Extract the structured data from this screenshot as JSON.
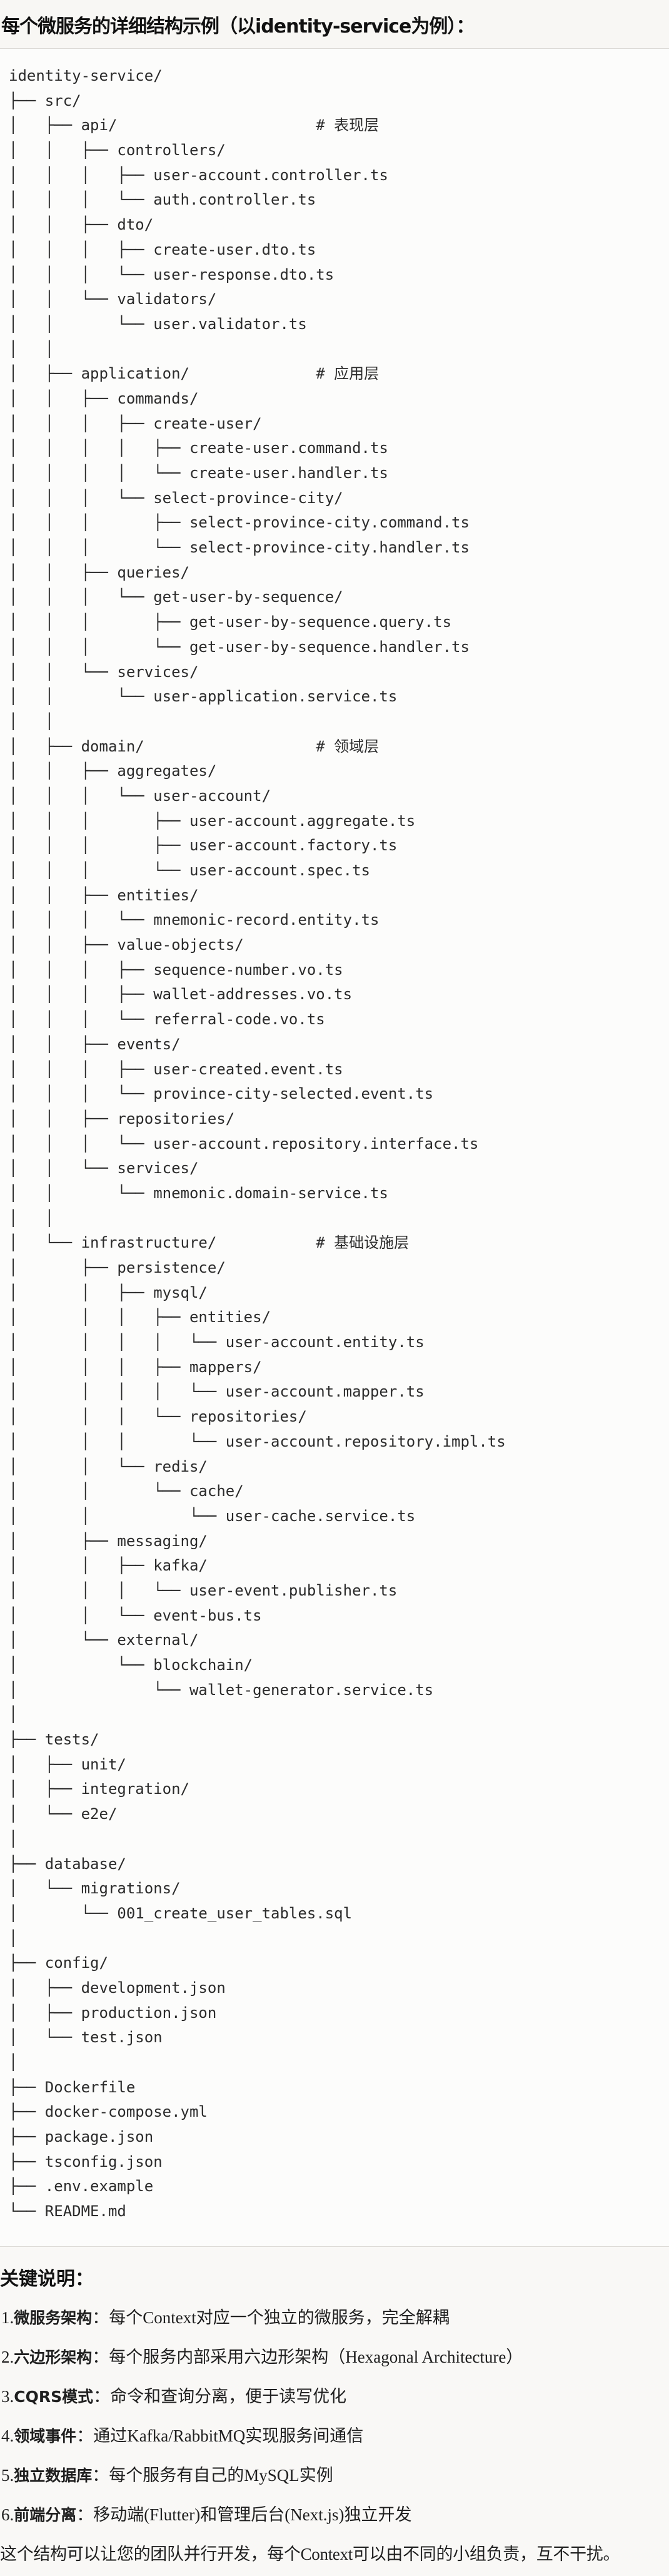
{
  "header": {
    "title": "每个微服务的详细结构示例（以identity-service为例）："
  },
  "tree": [
    {
      "text": "identity-service/"
    },
    {
      "text": "├── src/"
    },
    {
      "text": "│   ├── api/",
      "comment": "# 表现层"
    },
    {
      "text": "│   │   ├── controllers/"
    },
    {
      "text": "│   │   │   ├── user-account.controller.ts"
    },
    {
      "text": "│   │   │   └── auth.controller.ts"
    },
    {
      "text": "│   │   ├── dto/"
    },
    {
      "text": "│   │   │   ├── create-user.dto.ts"
    },
    {
      "text": "│   │   │   └── user-response.dto.ts"
    },
    {
      "text": "│   │   └── validators/"
    },
    {
      "text": "│   │       └── user.validator.ts"
    },
    {
      "text": "│   │"
    },
    {
      "text": "│   ├── application/",
      "comment": "# 应用层"
    },
    {
      "text": "│   │   ├── commands/"
    },
    {
      "text": "│   │   │   ├── create-user/"
    },
    {
      "text": "│   │   │   │   ├── create-user.command.ts"
    },
    {
      "text": "│   │   │   │   └── create-user.handler.ts"
    },
    {
      "text": "│   │   │   └── select-province-city/"
    },
    {
      "text": "│   │   │       ├── select-province-city.command.ts"
    },
    {
      "text": "│   │   │       └── select-province-city.handler.ts"
    },
    {
      "text": "│   │   ├── queries/"
    },
    {
      "text": "│   │   │   └── get-user-by-sequence/"
    },
    {
      "text": "│   │   │       ├── get-user-by-sequence.query.ts"
    },
    {
      "text": "│   │   │       └── get-user-by-sequence.handler.ts"
    },
    {
      "text": "│   │   └── services/"
    },
    {
      "text": "│   │       └── user-application.service.ts"
    },
    {
      "text": "│   │"
    },
    {
      "text": "│   ├── domain/",
      "comment": "# 领域层"
    },
    {
      "text": "│   │   ├── aggregates/"
    },
    {
      "text": "│   │   │   └── user-account/"
    },
    {
      "text": "│   │   │       ├── user-account.aggregate.ts"
    },
    {
      "text": "│   │   │       ├── user-account.factory.ts"
    },
    {
      "text": "│   │   │       └── user-account.spec.ts"
    },
    {
      "text": "│   │   ├── entities/"
    },
    {
      "text": "│   │   │   └── mnemonic-record.entity.ts"
    },
    {
      "text": "│   │   ├── value-objects/"
    },
    {
      "text": "│   │   │   ├── sequence-number.vo.ts"
    },
    {
      "text": "│   │   │   ├── wallet-addresses.vo.ts"
    },
    {
      "text": "│   │   │   └── referral-code.vo.ts"
    },
    {
      "text": "│   │   ├── events/"
    },
    {
      "text": "│   │   │   ├── user-created.event.ts"
    },
    {
      "text": "│   │   │   └── province-city-selected.event.ts"
    },
    {
      "text": "│   │   ├── repositories/"
    },
    {
      "text": "│   │   │   └── user-account.repository.interface.ts"
    },
    {
      "text": "│   │   └── services/"
    },
    {
      "text": "│   │       └── mnemonic.domain-service.ts"
    },
    {
      "text": "│   │"
    },
    {
      "text": "│   └── infrastructure/",
      "comment": "# 基础设施层"
    },
    {
      "text": "│       ├── persistence/"
    },
    {
      "text": "│       │   ├── mysql/"
    },
    {
      "text": "│       │   │   ├── entities/"
    },
    {
      "text": "│       │   │   │   └── user-account.entity.ts"
    },
    {
      "text": "│       │   │   ├── mappers/"
    },
    {
      "text": "│       │   │   │   └── user-account.mapper.ts"
    },
    {
      "text": "│       │   │   └── repositories/"
    },
    {
      "text": "│       │   │       └── user-account.repository.impl.ts"
    },
    {
      "text": "│       │   └── redis/"
    },
    {
      "text": "│       │       └── cache/"
    },
    {
      "text": "│       │           └── user-cache.service.ts"
    },
    {
      "text": "│       ├── messaging/"
    },
    {
      "text": "│       │   ├── kafka/"
    },
    {
      "text": "│       │   │   └── user-event.publisher.ts"
    },
    {
      "text": "│       │   └── event-bus.ts"
    },
    {
      "text": "│       └── external/"
    },
    {
      "text": "│           └── blockchain/"
    },
    {
      "text": "│               └── wallet-generator.service.ts"
    },
    {
      "text": "│"
    },
    {
      "text": "├── tests/"
    },
    {
      "text": "│   ├── unit/"
    },
    {
      "text": "│   ├── integration/"
    },
    {
      "text": "│   └── e2e/"
    },
    {
      "text": "│"
    },
    {
      "text": "├── database/"
    },
    {
      "text": "│   └── migrations/"
    },
    {
      "text": "│       └── 001_create_user_tables.sql"
    },
    {
      "text": "│"
    },
    {
      "text": "├── config/"
    },
    {
      "text": "│   ├── development.json"
    },
    {
      "text": "│   ├── production.json"
    },
    {
      "text": "│   └── test.json"
    },
    {
      "text": "│"
    },
    {
      "text": "├── Dockerfile"
    },
    {
      "text": "├── docker-compose.yml"
    },
    {
      "text": "├── package.json"
    },
    {
      "text": "├── tsconfig.json"
    },
    {
      "text": "├── .env.example"
    },
    {
      "text": "└── README.md"
    }
  ],
  "notes": {
    "heading": "关键说明：",
    "items": [
      {
        "num": "1.",
        "term": "微服务架构",
        "sep": "：",
        "desc": "每个Context对应一个独立的微服务，完全解耦"
      },
      {
        "num": "2.",
        "term": "六边形架构",
        "sep": "：",
        "desc": "每个服务内部采用六边形架构（Hexagonal Architecture）"
      },
      {
        "num": "3.",
        "term": "CQRS模式",
        "sep": "：",
        "desc": "命令和查询分离，便于读写优化"
      },
      {
        "num": "4.",
        "term": "领域事件",
        "sep": "：",
        "desc": "通过Kafka/RabbitMQ实现服务间通信"
      },
      {
        "num": "5.",
        "term": "独立数据库",
        "sep": "：",
        "desc": "每个服务有自己的MySQL实例"
      },
      {
        "num": "6.",
        "term": "前端分离",
        "sep": "：",
        "desc": "移动端(Flutter)和管理后台(Next.js)独立开发"
      }
    ],
    "summary": "这个结构可以让您的团队并行开发，每个Context可以由不同的小组负责，互不干扰。"
  }
}
